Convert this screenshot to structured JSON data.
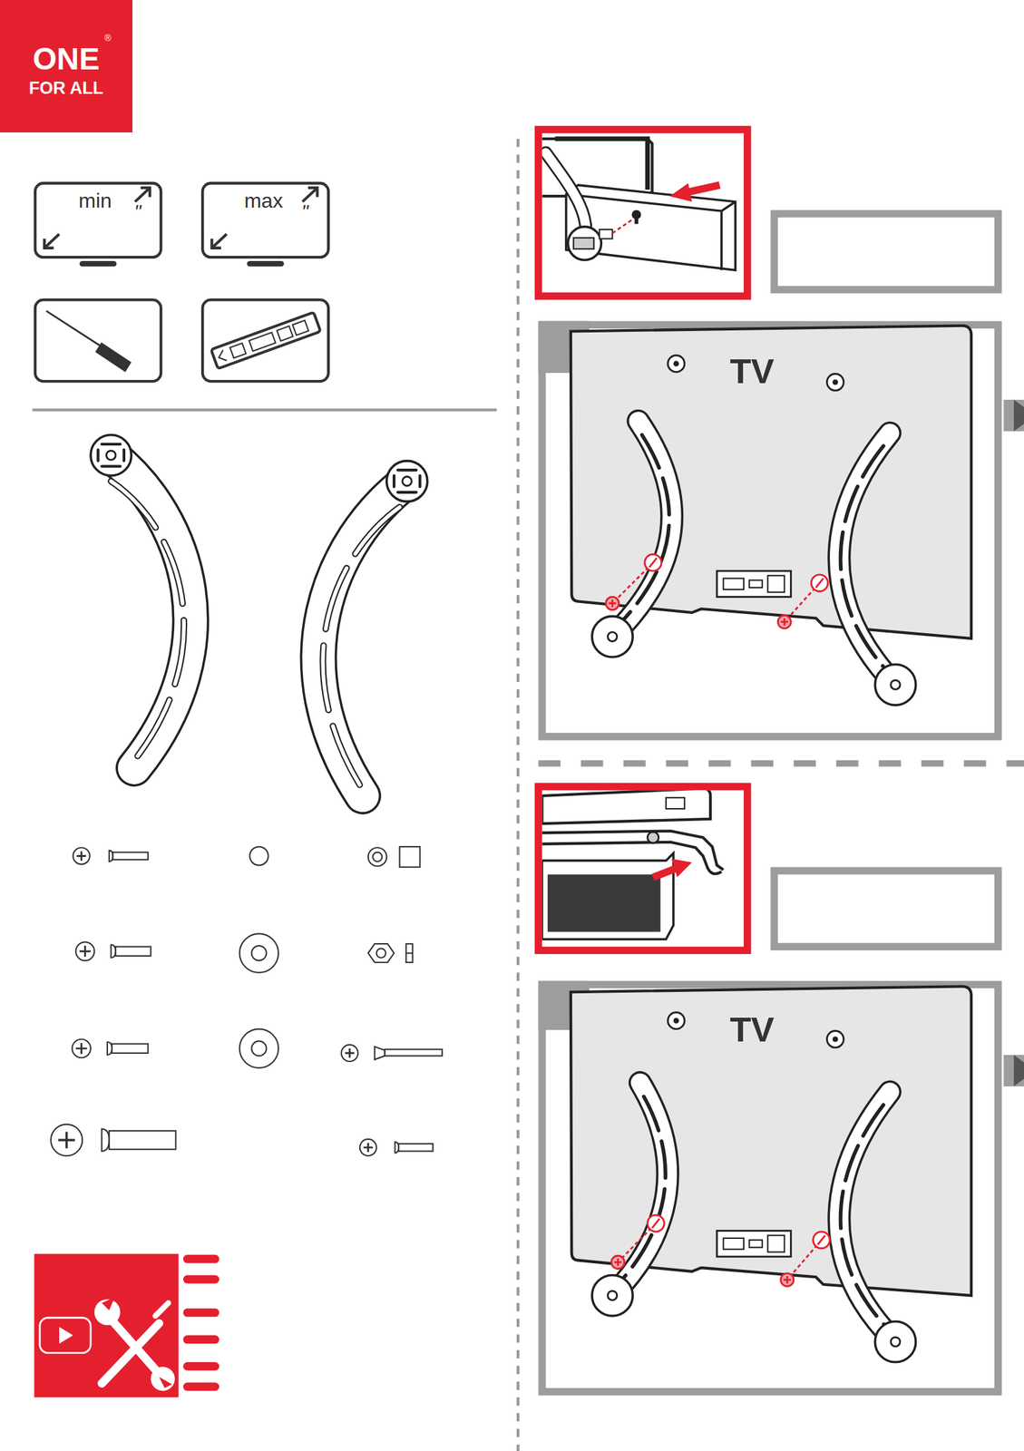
{
  "diagram": {
    "nodes": [
      {
        "text": [
          "ONE",
          "FOR ALL"
        ]
      },
      {
        "text": [
          "min",
          "\""
        ]
      },
      {
        "text": [
          "max",
          "\""
        ]
      },
      {
        "text": [
          "TV"
        ]
      },
      {
        "text": [
          "TV"
        ]
      }
    ],
    "labels": [
      "®"
    ]
  }
}
